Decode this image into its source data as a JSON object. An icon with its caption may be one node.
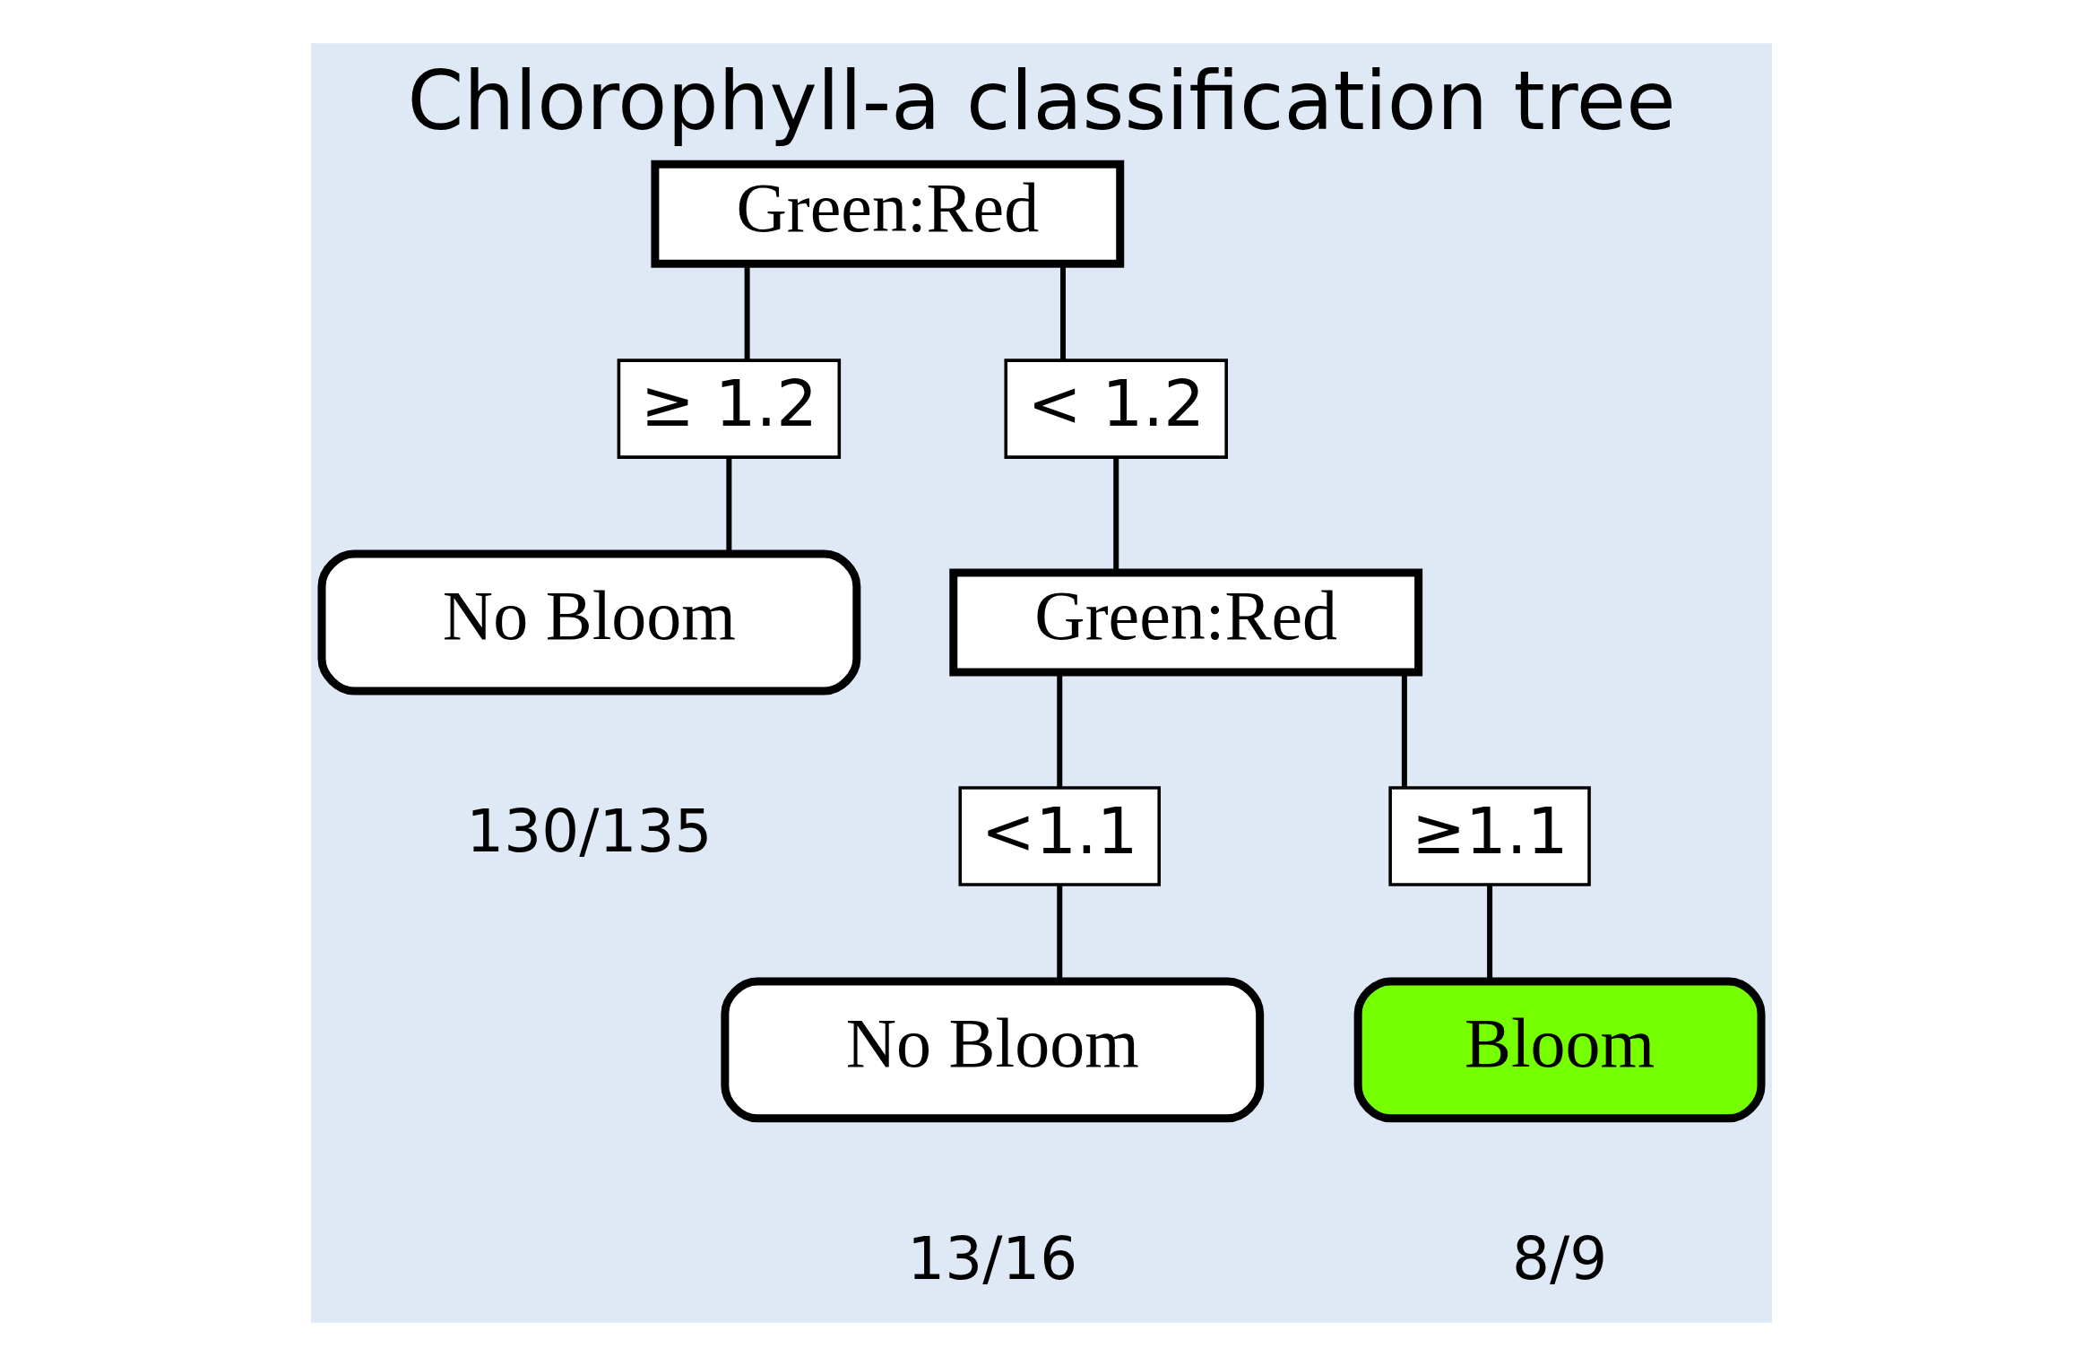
{
  "diagram": {
    "title": "Chlorophyll-a classification tree",
    "nodes": [
      {
        "text": [
          "Green:Red"
        ]
      },
      {
        "text": [
          "≥ 1.2"
        ]
      },
      {
        "text": [
          "< 1.2"
        ]
      },
      {
        "text": [
          "No Bloom"
        ],
        "beside": [
          "130/135"
        ]
      },
      {
        "text": [
          "Green:Red"
        ]
      },
      {
        "text": [
          "<1.1"
        ]
      },
      {
        "text": [
          "≥1.1"
        ]
      },
      {
        "text": [
          "No Bloom"
        ],
        "beside": [
          "13/16"
        ]
      },
      {
        "text": [
          "Bloom"
        ],
        "beside": [
          "8/9"
        ]
      }
    ],
    "edges": [
      {
        "from": 0,
        "to": 1,
        "arrow": "none"
      },
      {
        "from": 0,
        "to": 2,
        "arrow": "none"
      },
      {
        "from": 1,
        "to": 3,
        "arrow": "none"
      },
      {
        "from": 2,
        "to": 4,
        "arrow": "none"
      },
      {
        "from": 4,
        "to": 5,
        "arrow": "none"
      },
      {
        "from": 4,
        "to": 6,
        "arrow": "none"
      },
      {
        "from": 5,
        "to": 7,
        "arrow": "none"
      },
      {
        "from": 6,
        "to": 8,
        "arrow": "none"
      }
    ]
  }
}
